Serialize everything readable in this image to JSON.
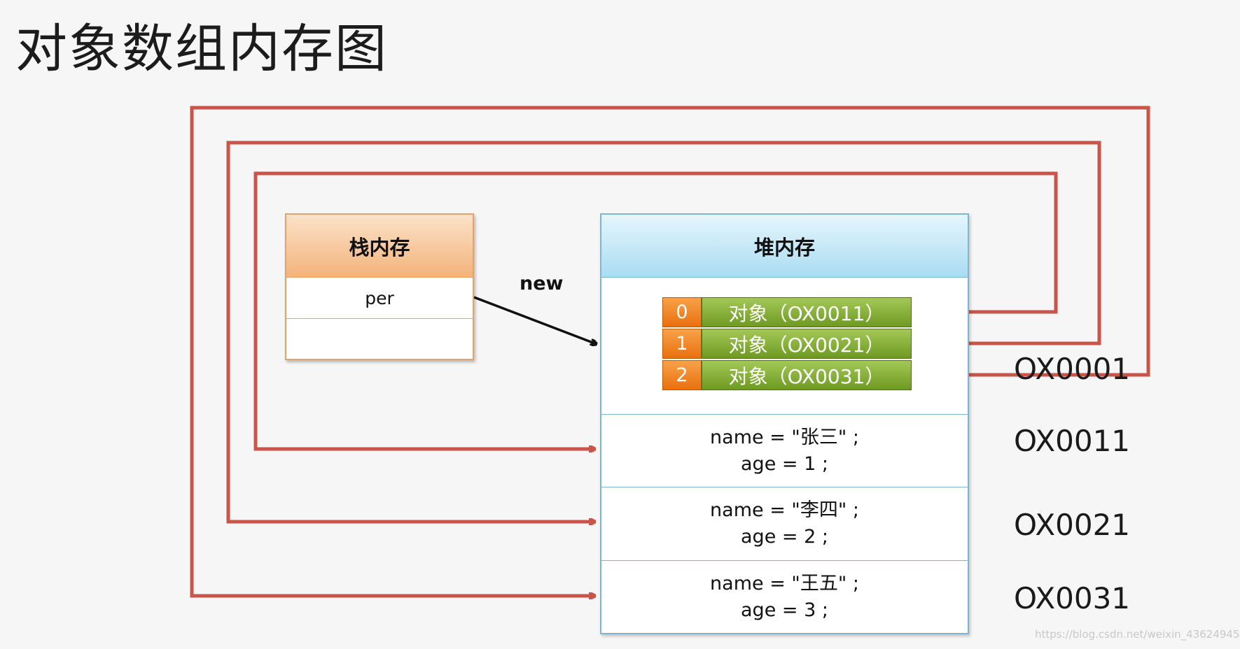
{
  "title": "对象数组内存图",
  "stack": {
    "header": "栈内存",
    "variable": "per",
    "empty_slot": ""
  },
  "arrow_label": "new",
  "heap": {
    "header": "堆内存",
    "array": [
      {
        "index": "0",
        "value": "对象（OX0011）"
      },
      {
        "index": "1",
        "value": "对象（OX0021）"
      },
      {
        "index": "2",
        "value": "对象（OX0031）"
      }
    ],
    "objects": [
      {
        "name_line": "name = \"张三\" ;",
        "age_line": "age = 1 ;"
      },
      {
        "name_line": "name = \"李四\" ;",
        "age_line": "age = 2 ;"
      },
      {
        "name_line": "name = \"王五\" ;",
        "age_line": "age = 3 ;"
      }
    ]
  },
  "addresses": {
    "array": "OX0001",
    "obj0": "OX0011",
    "obj1": "OX0021",
    "obj2": "OX0031"
  },
  "watermark": "https://blog.csdn.net/weixin_43624945",
  "colors": {
    "pointer_line": "#c8544a",
    "new_arrow": "#111111",
    "stack_border": "#e4a36a",
    "heap_border": "#7bb6d6",
    "index_cell": "#f08a2a",
    "value_cell": "#86ad35"
  }
}
